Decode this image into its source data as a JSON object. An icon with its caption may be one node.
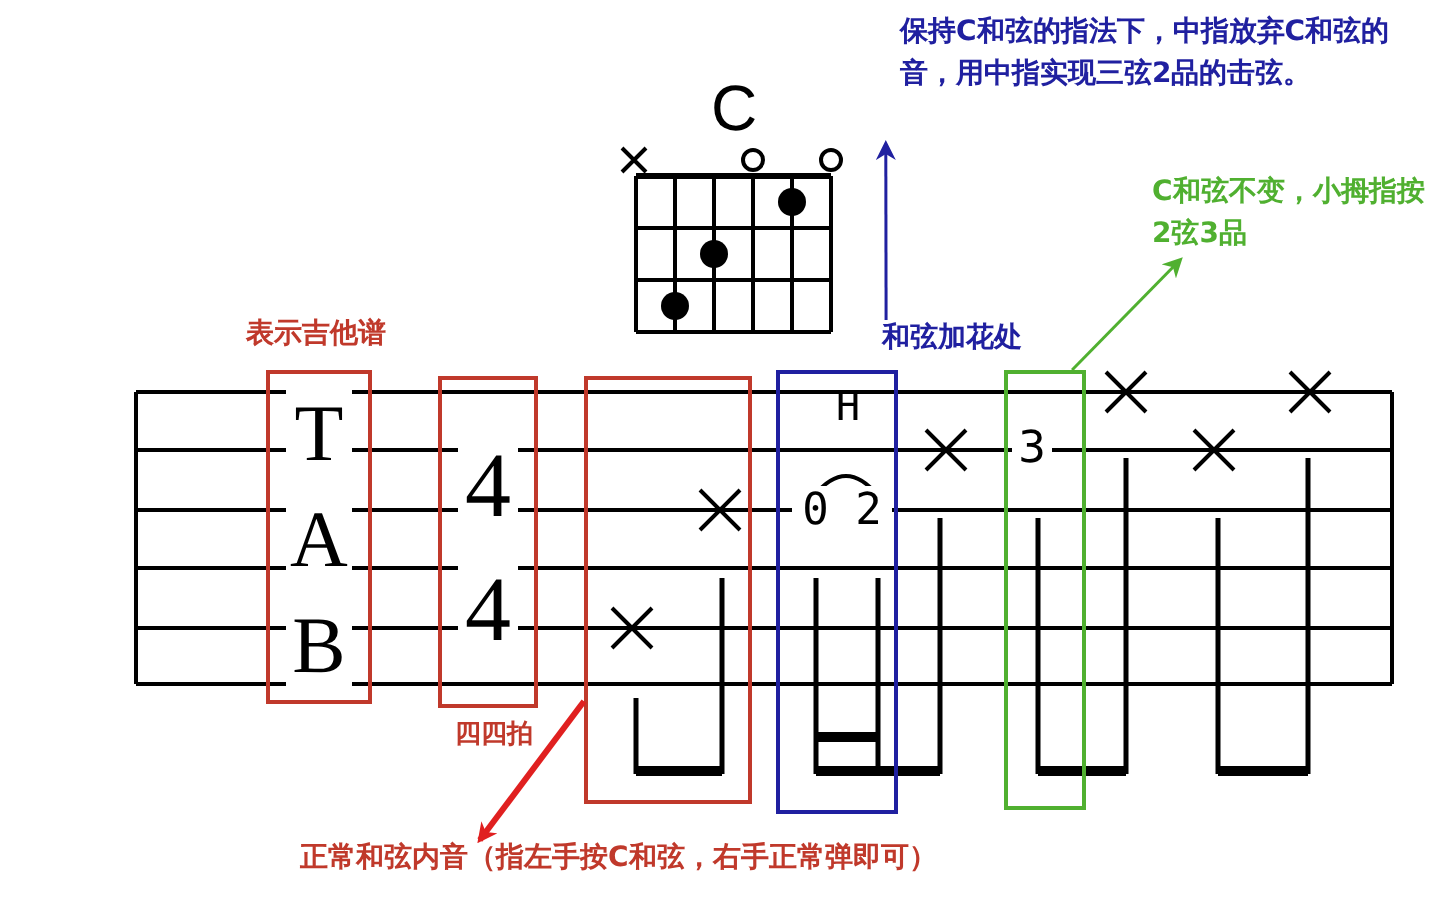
{
  "diagram": {
    "nodes": [
      {
        "text": [
          "表示吉他谱",
          "T A B"
        ]
      },
      {
        "text": [
          "4 4",
          "四四拍"
        ]
      },
      {
        "text": [],
        "shape": "box"
      },
      {
        "text": [
          "正常和弦内音（指左手按C和弦，右手正常弹即可）"
        ]
      },
      {
        "text": [
          "和弦加花处",
          "H",
          "0 2"
        ]
      },
      {
        "text": [
          "保持C和弦的指法下，中指放弃C和弦的音，用中指实现三弦2品的击弦。"
        ]
      },
      {
        "text": [
          "3"
        ]
      },
      {
        "text": [
          "C和弦不变，小拇指按2弦3品"
        ]
      }
    ],
    "edges": [
      {
        "from": 2,
        "to": 3,
        "arrow": "to",
        "style": "thick",
        "color": "#e02020"
      },
      {
        "from": 4,
        "to": 5,
        "arrow": "to",
        "color": "#2020a0"
      },
      {
        "from": 6,
        "to": 7,
        "arrow": "to",
        "color": "#50b030"
      }
    ],
    "labels": [
      "C"
    ]
  }
}
